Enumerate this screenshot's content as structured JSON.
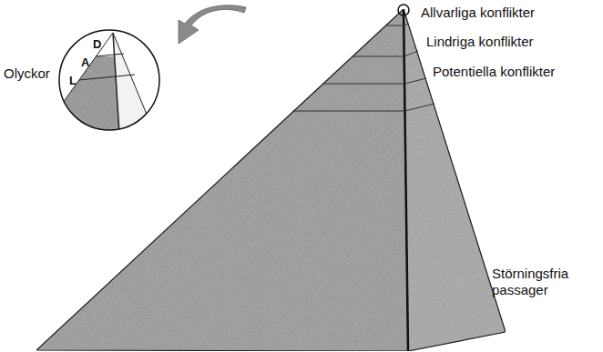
{
  "diagram": {
    "nodes": [
      {
        "text": [
          "D",
          "A",
          "L"
        ]
      }
    ],
    "labels": [
      "Allvarliga konflikter",
      "Lindriga konflikter",
      "Potentiella konflikter",
      "Störningsfria passager",
      "Olyckor"
    ]
  }
}
